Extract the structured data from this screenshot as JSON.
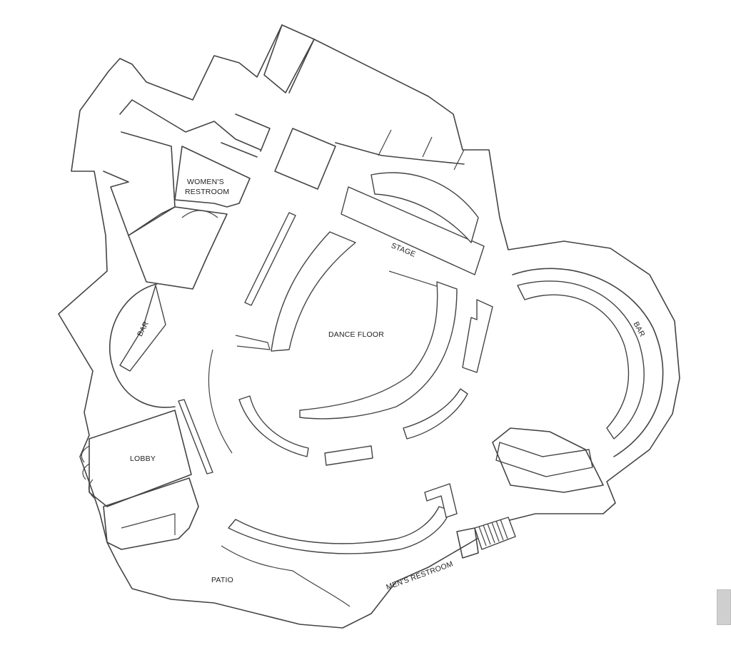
{
  "labels": {
    "womens_restroom_line1": "WOMEN'S",
    "womens_restroom_line2": "RESTROOM",
    "stage": "STAGE",
    "dance_floor": "DANCE FLOOR",
    "bar_left": "BAR",
    "bar_right": "BAR",
    "lobby": "LOBBY",
    "patio": "PATIO",
    "mens_restroom": "MEN'S RESTROOM"
  },
  "colors": {
    "line": "#444444",
    "background": "#ffffff",
    "scroll_handle": "#cfcfcf"
  }
}
